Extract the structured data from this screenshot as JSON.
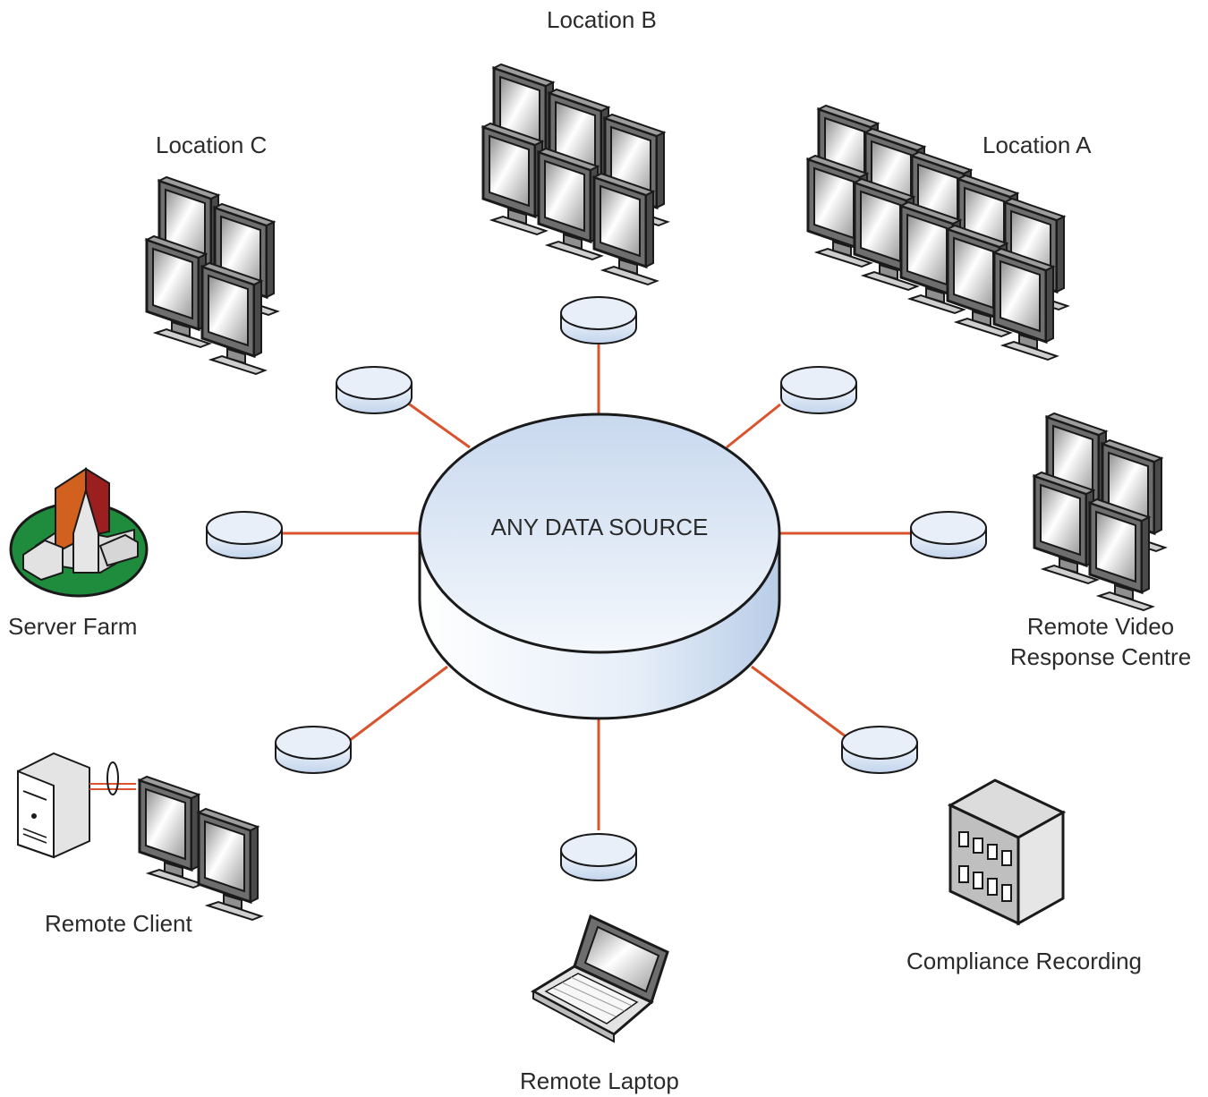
{
  "center": {
    "label": "ANY DATA SOURCE"
  },
  "nodes": {
    "location_a": {
      "label": "Location A"
    },
    "location_b": {
      "label": "Location B"
    },
    "location_c": {
      "label": "Location C"
    },
    "server_farm": {
      "label": "Server Farm"
    },
    "remote_video": {
      "label_line1": "Remote Video",
      "label_line2": "Response Centre"
    },
    "remote_client": {
      "label": "Remote Client"
    },
    "remote_laptop": {
      "label": "Remote Laptop"
    },
    "compliance": {
      "label": "Compliance Recording"
    }
  },
  "colors": {
    "link": "#d9532c",
    "disk_fill_top": "#ffffff",
    "disk_fill_bottom": "#c5d6ec",
    "outline": "#1a1a1a",
    "monitor_frame": "#6e6e6e",
    "monitor_screen": "#f2f2f2",
    "campus_green": "#1e8c3c",
    "campus_orange": "#d2611f",
    "campus_red": "#9b1f1f"
  },
  "icons": {
    "center": "database-cylinder-icon",
    "connector": "network-node-disk-icon",
    "location": "monitor-wall-icon",
    "server_farm": "campus-building-icon",
    "remote_client": "tower-pc-with-monitors-icon",
    "remote_laptop": "laptop-icon",
    "compliance": "office-building-icon"
  }
}
